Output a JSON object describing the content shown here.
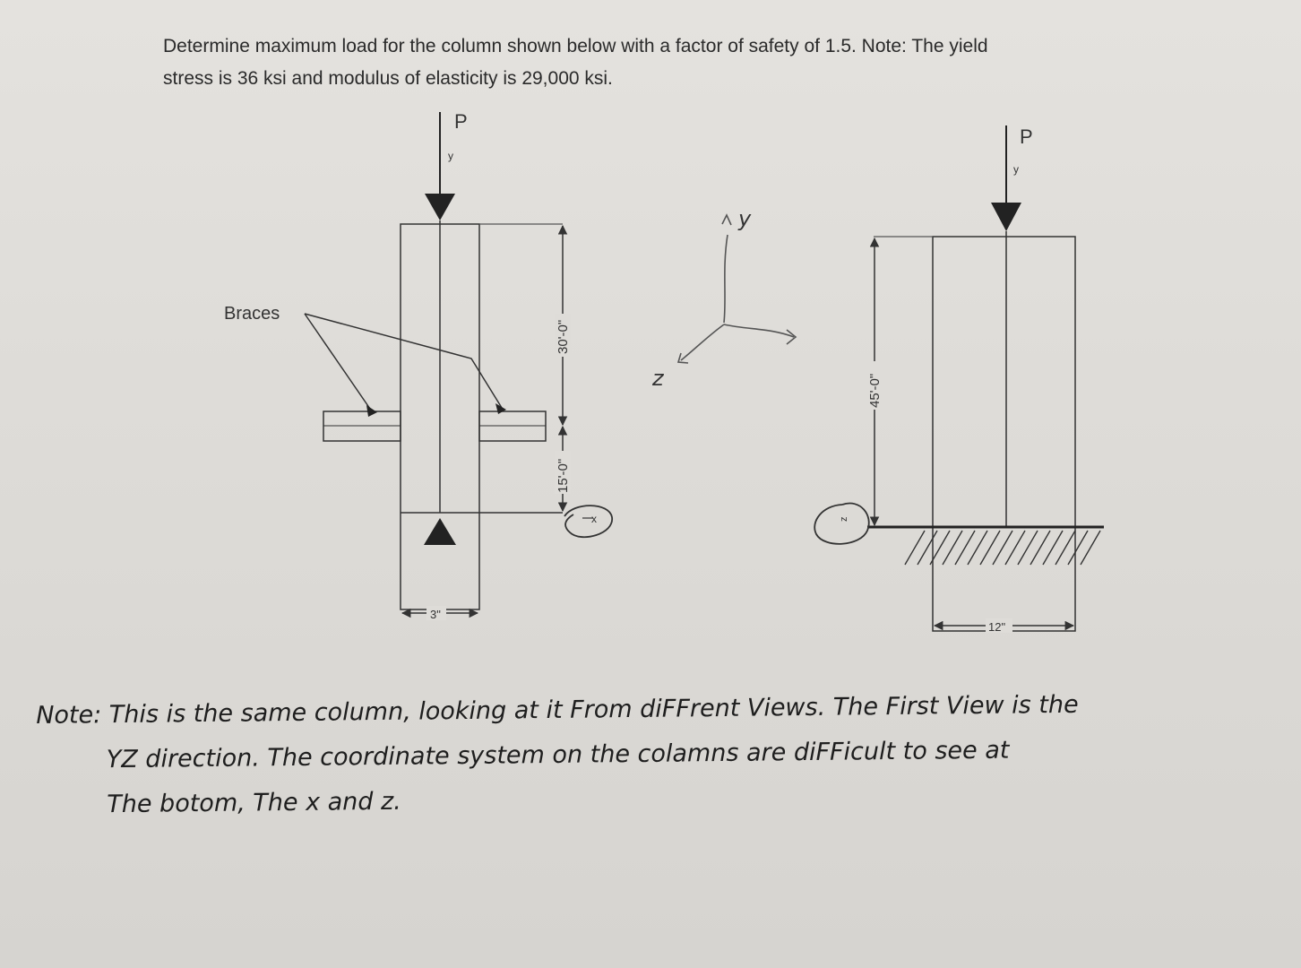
{
  "problem": {
    "line1": "Determine maximum load for the column shown below with a factor of safety of 1.5. Note: The yield",
    "line2": "stress is 36 ksi and modulus of elasticity is 29,000 ksi."
  },
  "left_view": {
    "load_label": "P",
    "load_sub": "y",
    "braces_label": "Braces",
    "dim_upper": "30'-0\"",
    "dim_lower": "15'-0\"",
    "dim_width": "3\"",
    "axis_label": "x"
  },
  "axes": {
    "y": "y",
    "z": "z"
  },
  "right_view": {
    "load_label": "P",
    "load_sub": "y",
    "dim_height": "45'-0\"",
    "dim_width": "12\"",
    "axis_label": "z"
  },
  "note": {
    "line1": "Note: This is the same column, looking at it From diFFrent Views. The First View is the",
    "line2": "YZ direction. The coordinate system on the colamns are diFFicult to see at",
    "line3": "The botom, The x and z."
  }
}
